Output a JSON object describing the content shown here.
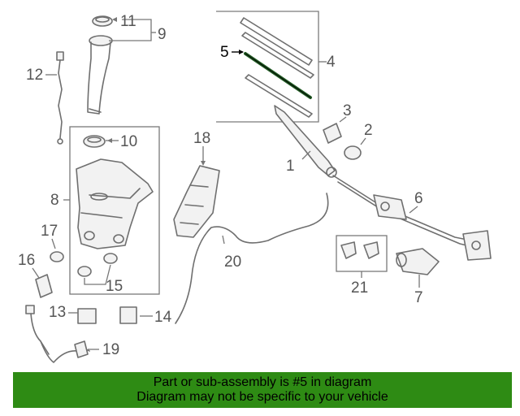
{
  "callouts": {
    "c1": "1",
    "c2": "2",
    "c3": "3",
    "c4": "4",
    "c5": "5",
    "c6": "6",
    "c7": "7",
    "c8": "8",
    "c9": "9",
    "c10": "10",
    "c11": "11",
    "c12": "12",
    "c13": "13",
    "c14": "14",
    "c15": "15",
    "c16": "16",
    "c17": "17",
    "c18": "18",
    "c19": "19",
    "c20": "20",
    "c21": "21"
  },
  "highlighted_part": "5",
  "colors": {
    "banner": "#2e8b14",
    "highlight_blade": "#1f5a22",
    "line_art": "#6f6f6f"
  },
  "banner": {
    "line1": "Part or sub-assembly is #5 in diagram",
    "line2": "Diagram may not be specific to your vehicle"
  }
}
